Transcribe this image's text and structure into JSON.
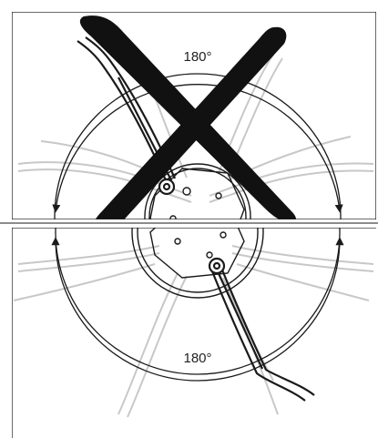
{
  "panels": {
    "top": {
      "angle_label": "180°",
      "crossed_out": true,
      "cross_icon": "cross-out-mark"
    },
    "bottom": {
      "angle_label": "180°",
      "crossed_out": false
    }
  },
  "colors": {
    "line": "#1a1a1a",
    "ghost": "#c8c8c8",
    "cross": "#111111",
    "background": "#ffffff"
  }
}
